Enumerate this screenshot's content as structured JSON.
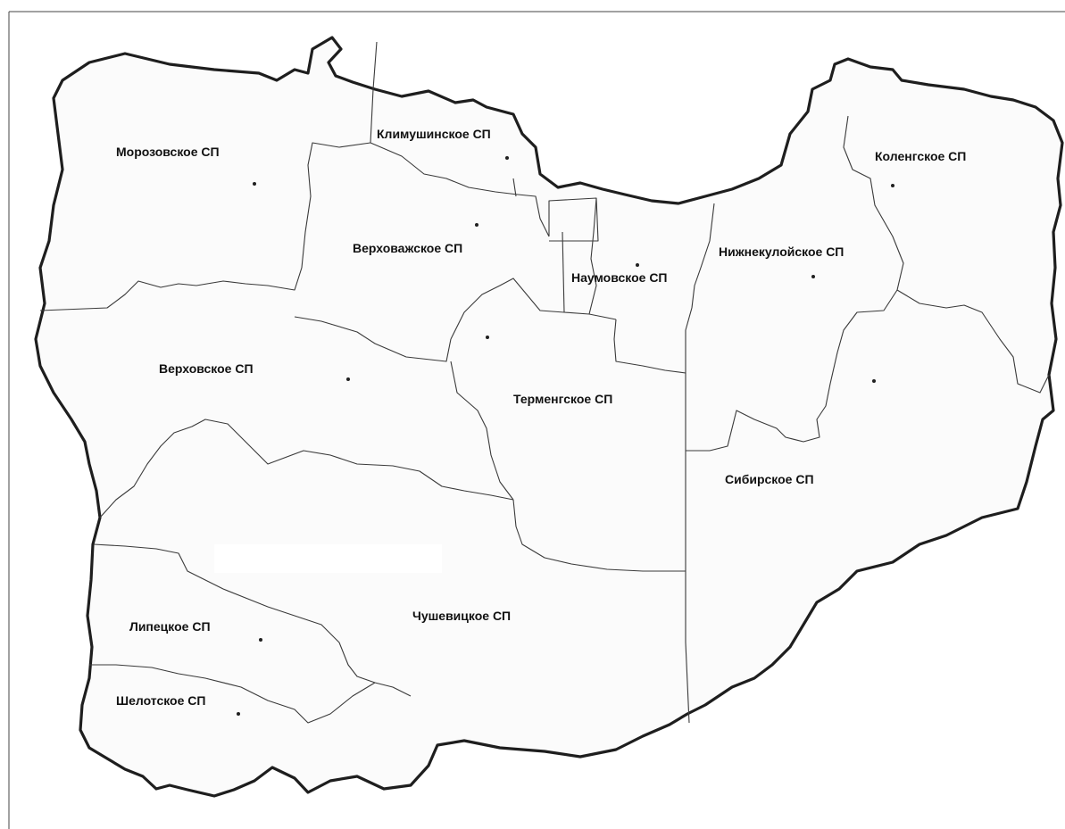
{
  "map": {
    "regions": [
      {
        "id": "morozovskoe",
        "label": "Морозовское СП"
      },
      {
        "id": "klimushinskoe",
        "label": "Климушинское СП"
      },
      {
        "id": "kolengskoe",
        "label": "Коленгское СП"
      },
      {
        "id": "verkhovazhskoe",
        "label": "Верховажское СП"
      },
      {
        "id": "naumovskoe",
        "label": "Наумовское СП"
      },
      {
        "id": "nizhnekuloyskoe",
        "label": "Нижнекулойское СП"
      },
      {
        "id": "verkhovskoe",
        "label": "Верховское СП"
      },
      {
        "id": "termengskoe",
        "label": "Терменгское СП"
      },
      {
        "id": "sibirskoe",
        "label": "Сибирское СП"
      },
      {
        "id": "lipetskoe",
        "label": "Липецкое СП"
      },
      {
        "id": "chushevitskoe",
        "label": "Чушевицкое СП"
      },
      {
        "id": "shelotskoe",
        "label": "Шелотское СП"
      }
    ],
    "colors": {
      "outline": "#1e1e1e",
      "border": "#3a3a3a",
      "fill": "#fbfbfb"
    }
  }
}
